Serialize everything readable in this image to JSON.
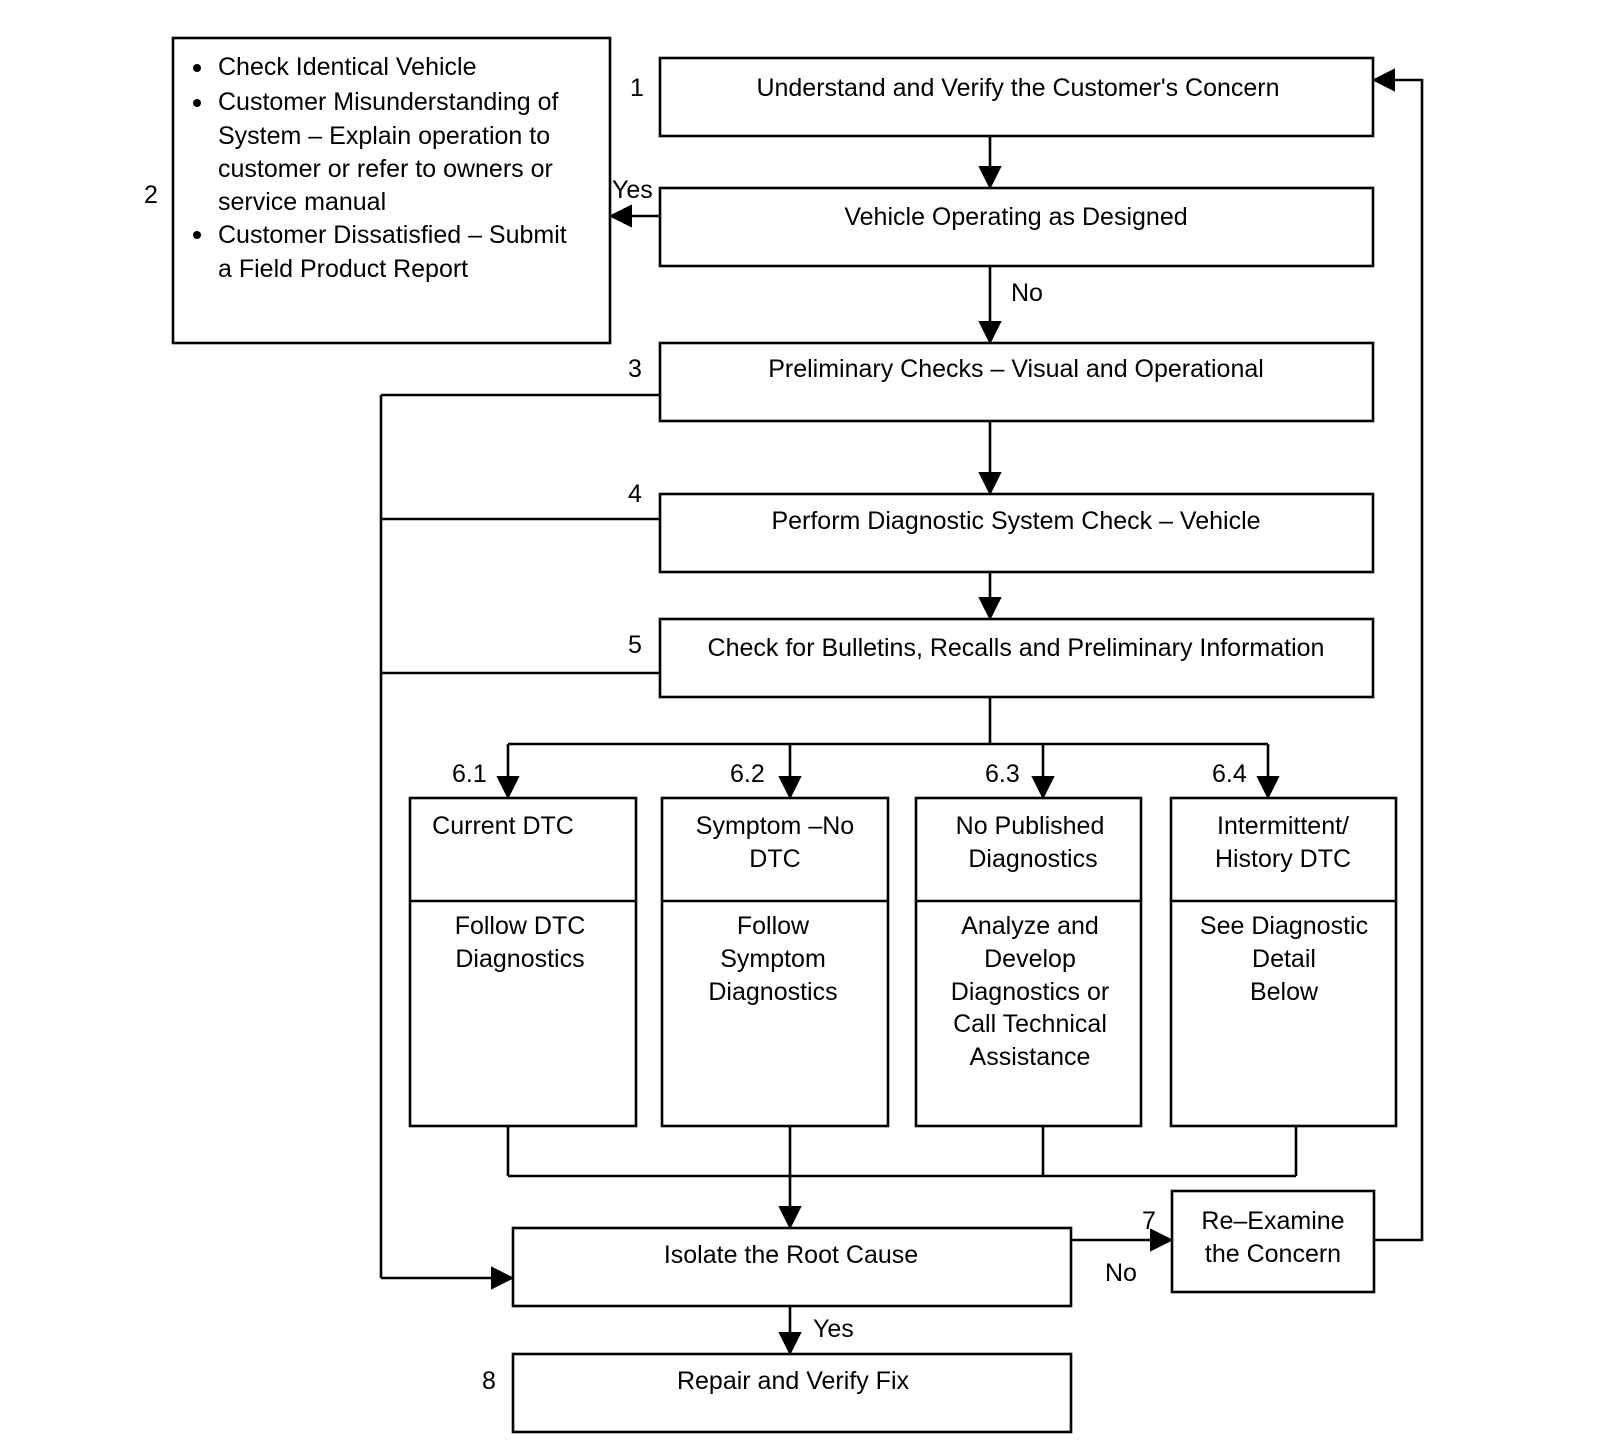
{
  "nodes": {
    "step1": {
      "number": "1",
      "text": "Understand and Verify the Customer's Concern"
    },
    "step2": {
      "number": "2",
      "bullets": [
        "Check Identical Vehicle",
        "Customer Misunderstanding of",
        "Customer Dissatisfied – Submit"
      ],
      "bullet_continuations": [
        "System – Explain operation to",
        "customer or refer to owners or",
        "service manual",
        "a Field Product Report"
      ]
    },
    "decision": {
      "text": "Vehicle Operating as Designed",
      "yes_label": "Yes",
      "no_label": "No"
    },
    "step3": {
      "number": "3",
      "text": "Preliminary Checks – Visual and Operational"
    },
    "step4": {
      "number": "4",
      "text": "Perform Diagnostic System Check – Vehicle"
    },
    "step5": {
      "number": "5",
      "text": "Check for Bulletins, Recalls and Preliminary Information"
    },
    "branches": [
      {
        "number": "6.1",
        "title": [
          "Current DTC"
        ],
        "body": [
          "Follow DTC",
          "Diagnostics"
        ]
      },
      {
        "number": "6.2",
        "title": [
          "Symptom –No",
          "DTC"
        ],
        "body": [
          "Follow",
          "Symptom",
          "Diagnostics"
        ]
      },
      {
        "number": "6.3",
        "title": [
          "No Published",
          "Diagnostics"
        ],
        "body": [
          "Analyze and",
          "Develop",
          "Diagnostics or",
          "Call Technical",
          "Assistance"
        ]
      },
      {
        "number": "6.4",
        "title": [
          "Intermittent/",
          "History DTC"
        ],
        "body": [
          "See Diagnostic",
          "Detail",
          "Below"
        ]
      }
    ],
    "isolate": {
      "text": "Isolate the Root Cause",
      "yes_label": "Yes",
      "no_label": "No"
    },
    "step7": {
      "number": "7",
      "lines": [
        "Re–Examine",
        "the Concern"
      ]
    },
    "step8": {
      "number": "8",
      "text": "Repair and Verify Fix"
    }
  },
  "colors": {
    "ink": "#000000",
    "paper": "#ffffff"
  }
}
